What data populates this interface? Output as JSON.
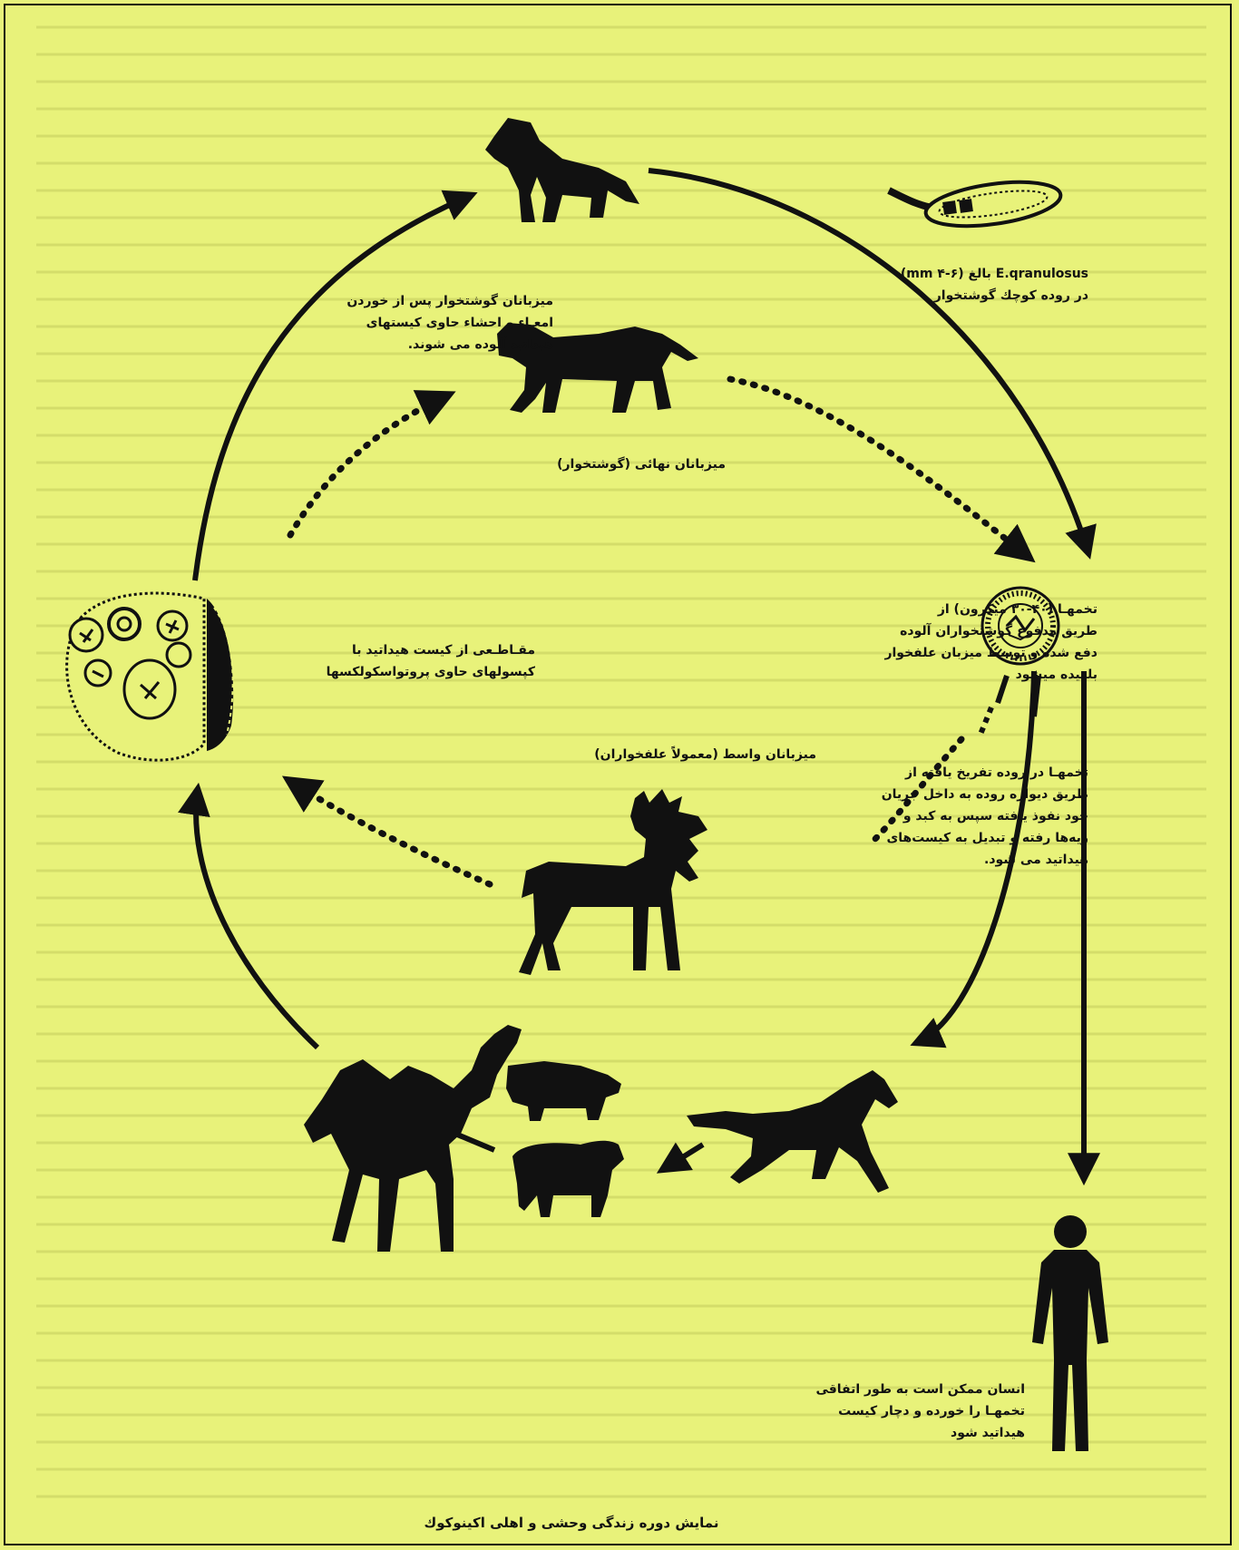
{
  "labels": {
    "adult_worm_line1": "E.qranulosus بالغ (۶-۴ mm)",
    "adult_worm_line2": "در روده کوچك گوشتخوار",
    "carnivore_infection_1": "میزبانان گوشتخوار پس از خوردن",
    "carnivore_infection_2": "امعـاء و احشاء حاوی کیستهای",
    "carnivore_infection_3": "هیداتید آلوده می شوند.",
    "definitive_hosts": "میزبانان نهائی (گوشتخوار)",
    "eggs_1": "تخمهـا (۴۰-۳۰ میکرون) از",
    "eggs_2": "طریق مدفوع گوشتخواران آلوده",
    "eggs_3": "دفع شده و توسط میزبان علفخوار",
    "eggs_4": "بلعیده میشود",
    "cyst_section_1": "مقـاطـعی از کیست هیداتید با",
    "cyst_section_2": "کپسولهای حاوی پروتواسکولکسها",
    "intermediate_hosts": "میزبانان واسط (معمولاً علفخواران)",
    "hatch_1": "تخمهـا در روده تفریخ یافته از",
    "hatch_2": "طریق دیواره روده به داخل جریان",
    "hatch_3": "خود نفوذ یافته سپس به کبد و",
    "hatch_4": "ریه‌ها رفته و تبدیل به کیست‌های",
    "hatch_5": "هیداتید می شود.",
    "human_1": "انسان ممکن است به طور اتفاقی",
    "human_2": "تخمهـا را خورده و دچار کیست",
    "human_3": "هیداتید شود"
  },
  "caption": "نمایش دوره زندگی وحشی و اهلی اکینوکوك",
  "icons": [
    "dog-silhouette",
    "wolf-silhouette",
    "adult-tapeworm",
    "egg-icon",
    "hydatid-cyst-section",
    "moose-silhouette",
    "camel-silhouette",
    "pig-silhouette",
    "sheep-silhouette",
    "horse-silhouette",
    "human-silhouette"
  ],
  "colors": {
    "background": "#e8f27a",
    "ink": "#111111"
  }
}
